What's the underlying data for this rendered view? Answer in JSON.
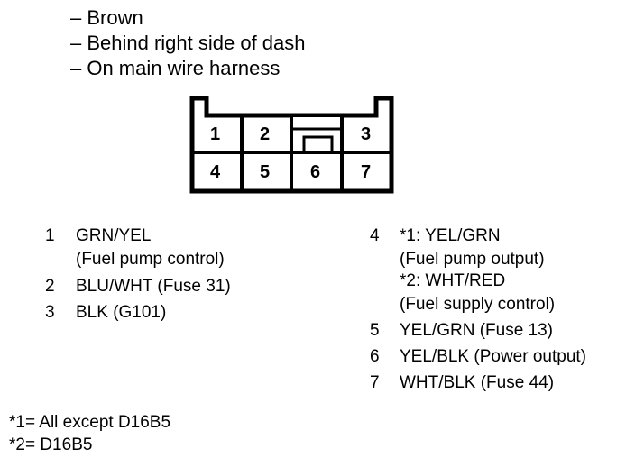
{
  "header": [
    "– Brown",
    "– Behind right side of dash",
    "– On main wire harness"
  ],
  "connector": {
    "pins_top": [
      "1",
      "2",
      "3"
    ],
    "pins_bottom": [
      "4",
      "5",
      "6",
      "7"
    ]
  },
  "legend_left": [
    {
      "num": "1",
      "lines": [
        "GRN/YEL",
        "(Fuel pump control)"
      ]
    },
    {
      "num": "2",
      "lines": [
        "BLU/WHT (Fuse 31)"
      ]
    },
    {
      "num": "3",
      "lines": [
        "BLK (G101)"
      ]
    }
  ],
  "legend_right": [
    {
      "num": "4",
      "lines": [
        "*1: YEL/GRN",
        "(Fuel pump output)",
        "*2: WHT/RED",
        "(Fuel supply control)"
      ]
    },
    {
      "num": "5",
      "lines": [
        "YEL/GRN (Fuse 13)"
      ]
    },
    {
      "num": "6",
      "lines": [
        "YEL/BLK (Power output)"
      ]
    },
    {
      "num": "7",
      "lines": [
        "WHT/BLK (Fuse 44)"
      ]
    }
  ],
  "footnotes": [
    "*1= All except D16B5",
    "*2= D16B5"
  ]
}
